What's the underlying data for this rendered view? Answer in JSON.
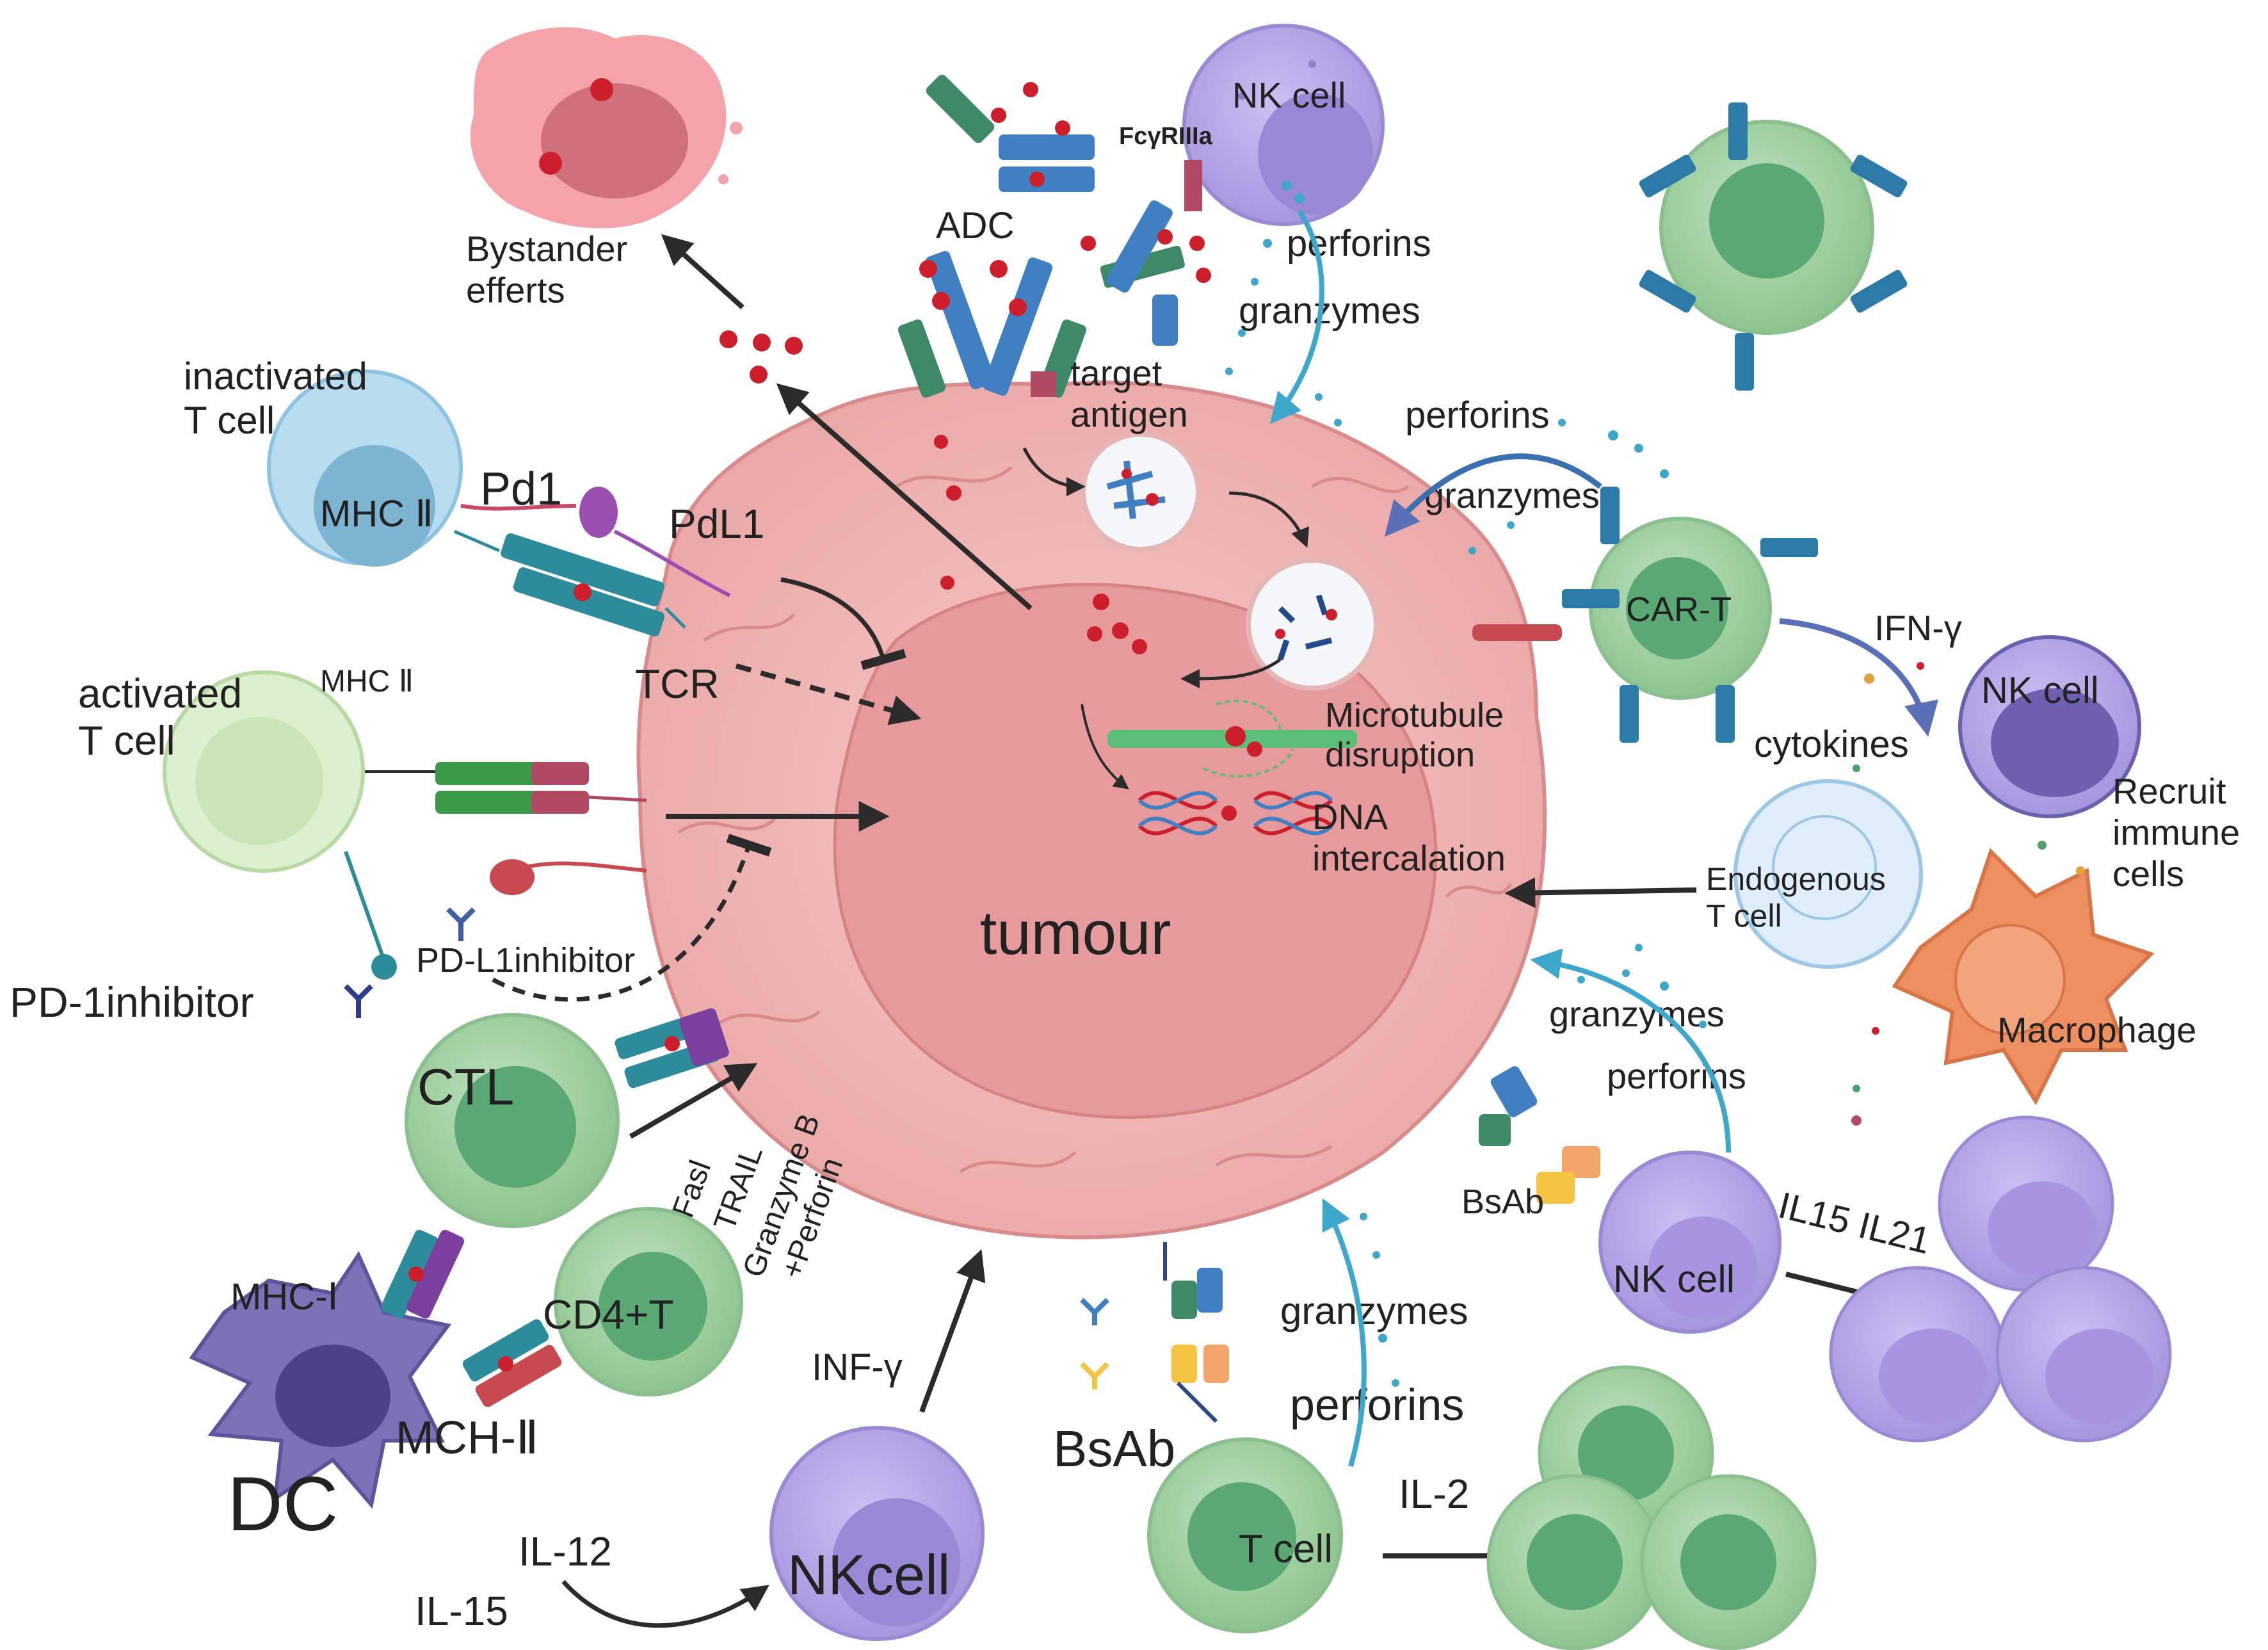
{
  "colors": {
    "tumour_outer": "#f0b7b5",
    "tumour_inner": "#e7999a",
    "nk_cell": "#b6a7e6",
    "t_cell_green": "#9fcf9f",
    "inactivated_t_cell": "#b7ddef",
    "activated_t_cell": "#dcefcf",
    "dc": "#7c72b8",
    "macrophage": "#ee8f61",
    "drug_red": "#cc1f2b",
    "antibody_blue": "#3f7fc2",
    "antibody_green": "#3f8a66",
    "arrow": "#2b2b2b",
    "cytotoxic_arrow": "#3ea7cc"
  },
  "labels": {
    "bystander": "Bystander\nefferts",
    "nk_top": "NK cell",
    "fcgr": "FcγRIIIa",
    "adc": "ADC",
    "perforins_top": "perforins",
    "granzymes_top": "granzymes",
    "target_antigen": "target\nantigen",
    "inactivated_t": "inactivated\nT cell",
    "pd1": "Pd1",
    "mhc_ii_inact": "MHC Ⅱ",
    "pdl1": "PdL1",
    "tcr": "TCR",
    "activated_t": "activated\nT cell",
    "mhc_ii_act": "MHC Ⅱ",
    "pd1_inhibitor": "PD-1inhibitor",
    "pdl1_inhibitor": "PD-L1inhibitor",
    "ctl": "CTL",
    "fasl": "Fasl",
    "trail": "TRAIL",
    "granzyme_b": "Granzyme B",
    "plus_perforin": "+Perforin",
    "cd4t": "CD4+T",
    "mhc_i": "MHC-Ⅰ",
    "mch_ii": "MCH-Ⅱ",
    "dc": "DC",
    "il12": "IL-12",
    "il15": "IL-15",
    "nkcell_bottom": "NKcell",
    "inf_g": "INF-γ",
    "tumour": "tumour",
    "microtubule": "Microtubule\ndisruption",
    "dna": "DNA\nintercalation",
    "perforins_cart": "perforins",
    "granzymes_cart": "granzymes",
    "car_t": "CAR-T",
    "ifn_g": "IFN-γ",
    "cytokines": "cytokines",
    "nk_right": "NK cell",
    "recruit": "Recruit\nimmune\ncells",
    "endogenous": "Endogenous\nT cell",
    "macrophage": "Macrophage",
    "granzymes_right": "granzymes",
    "perforins_right": "perforins",
    "bsab_right": "BsAb",
    "nk_bottom_right": "NK cell",
    "il15_il21": "IL15 IL21",
    "granzymes_bottom": "granzymes",
    "perforins_bottom": "perforins",
    "bsab_bottom": "BsAb",
    "t_cell_bottom": "T cell",
    "il2": "IL-2"
  }
}
